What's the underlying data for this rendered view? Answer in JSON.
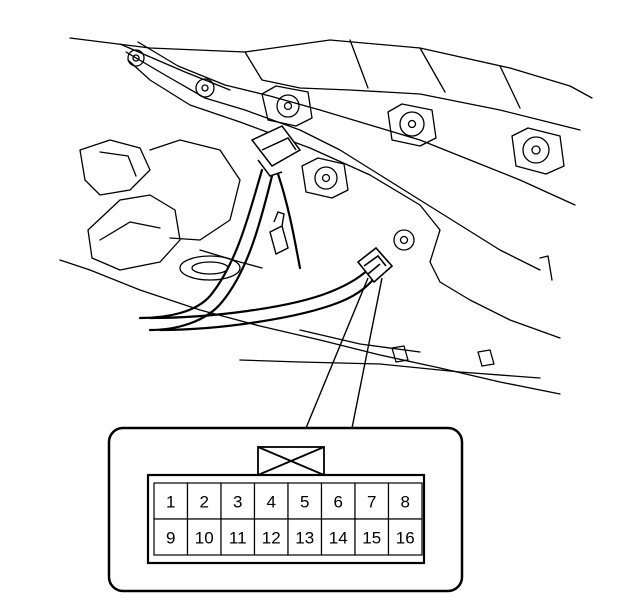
{
  "diagram": {
    "line_color": "#000000",
    "background_color": "#ffffff",
    "connector": {
      "row_top_pins": [
        "1",
        "2",
        "3",
        "4",
        "5",
        "6",
        "7",
        "8"
      ],
      "row_bottom_pins": [
        "9",
        "10",
        "11",
        "12",
        "13",
        "14",
        "15",
        "16"
      ],
      "locking_tab": "crossed-box-icon"
    }
  }
}
